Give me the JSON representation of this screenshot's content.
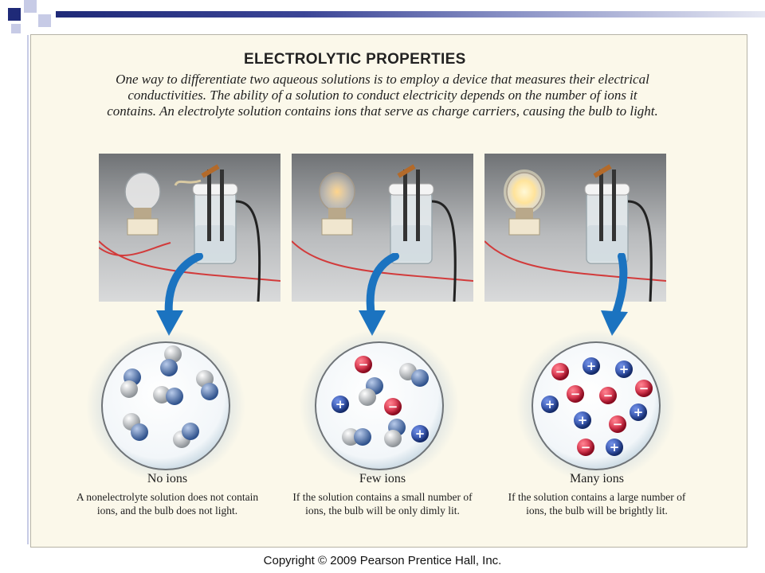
{
  "title": "ELECTROLYTIC PROPERTIES",
  "intro": "One way to differentiate two aqueous solutions is to employ a device that measures their electrical conductivities. The ability of a solution to conduct electricity depends on the number of ions it contains. An electrolyte solution contains ions that serve as charge carriers, causing the bulb to light.",
  "panels": [
    {
      "caption_title": "No ions",
      "caption_text": "A nonelectrolyte solution does not contain ions, and the bulb does not light.",
      "bulb_state": "off"
    },
    {
      "caption_title": "Few ions",
      "caption_text": "If the solution contains a small number of ions, the bulb will be only dimly lit.",
      "bulb_state": "dim"
    },
    {
      "caption_title": "Many ions",
      "caption_text": "If the solution contains a large number of ions, the bulb will be brightly lit.",
      "bulb_state": "bright"
    }
  ],
  "ion_labels": {
    "positive": "+",
    "negative": "−"
  },
  "copyright": "Copyright © 2009 Pearson Prentice Hall, Inc.",
  "colors": {
    "panel_bg": "#fbf8ea",
    "arrow": "#1b73c0",
    "cation": "#1f3f9a",
    "anion": "#c8102e",
    "slide_accent": "#1f2a78"
  }
}
